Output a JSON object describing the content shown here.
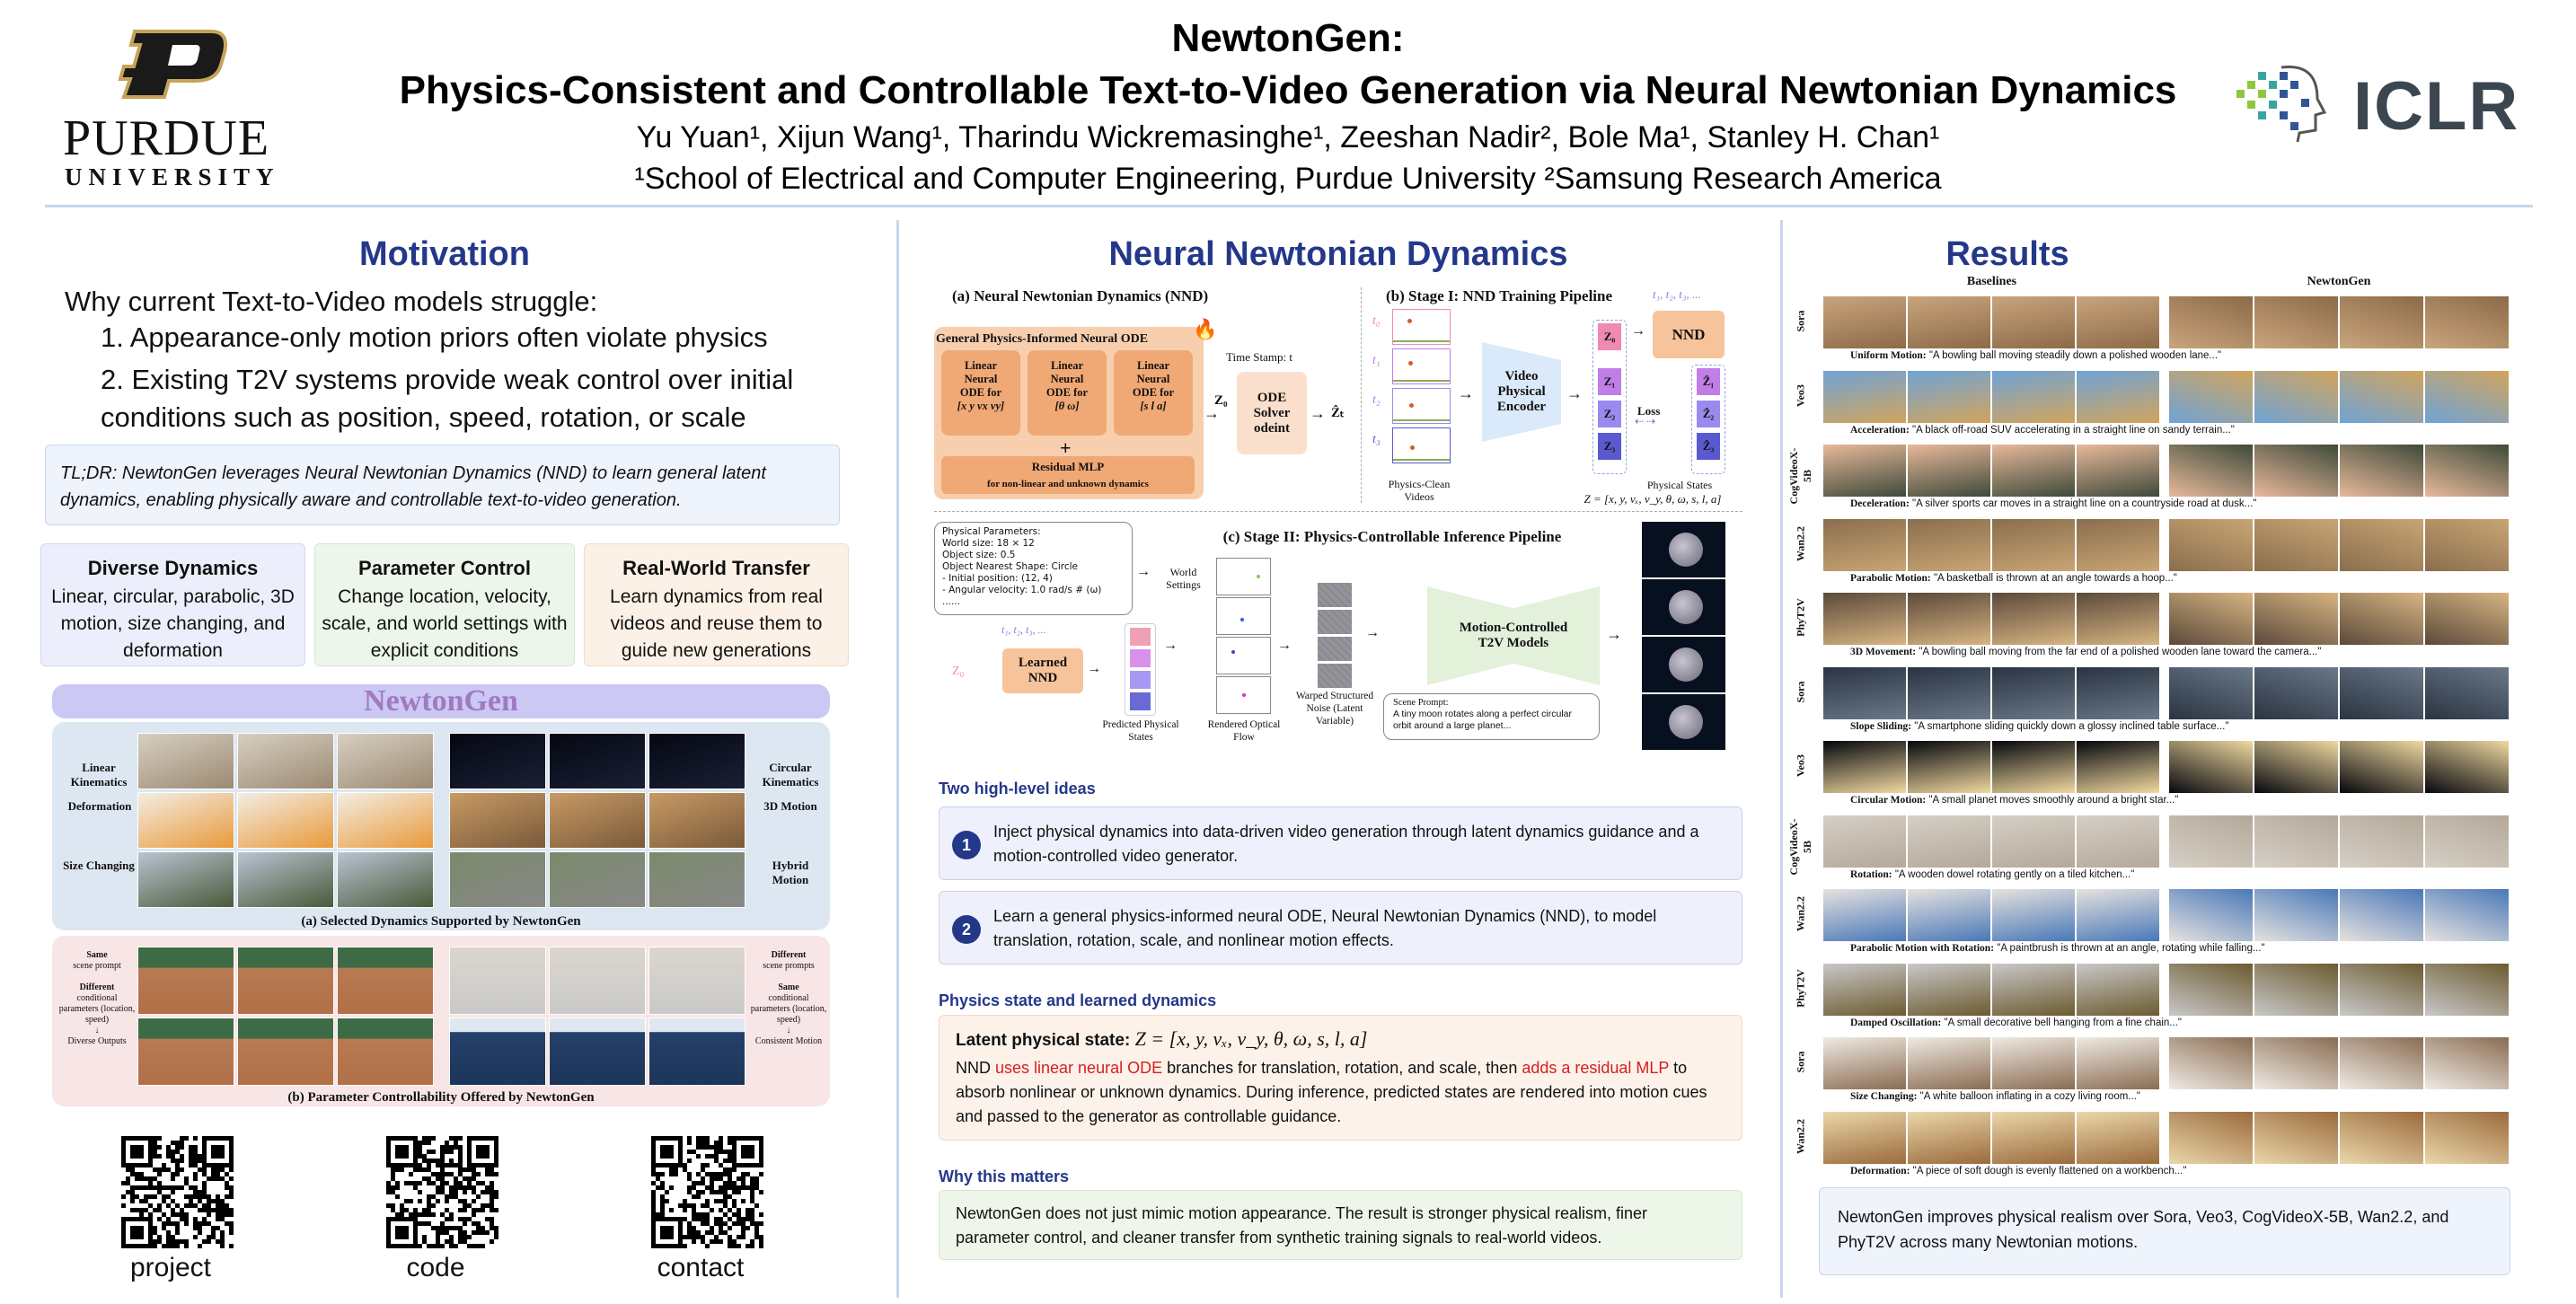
{
  "header": {
    "title_line1": "NewtonGen:",
    "title_line2": "Physics-Consistent and Controllable Text-to-Video Generation via Neural Newtonian Dynamics",
    "authors": "Yu Yuan¹, Xijun Wang¹, Tharindu Wickremasinghe¹, Zeeshan Nadir², Bole Ma¹, Stanley H. Chan¹",
    "affiliations": "¹School of Electrical and Computer Engineering, Purdue University ²Samsung Research America",
    "left_logo": {
      "name": "PURDUE",
      "sub": "UNIVERSITY"
    },
    "right_logo": "ICLR"
  },
  "motivation": {
    "title": "Motivation",
    "intro": "Why current Text-to-Video models struggle:",
    "points": [
      "1. Appearance-only motion priors often violate physics",
      "2. Existing T2V systems provide weak control over initial conditions such as position, speed, rotation, or scale"
    ],
    "tldr": "TL;DR: NewtonGen leverages Neural Newtonian Dynamics (NND) to learn general latent dynamics, enabling physically aware and controllable text-to-video generation.",
    "cards": [
      {
        "title": "Diverse Dynamics",
        "text": "Linear, circular, parabolic, 3D motion, size changing, and deformation"
      },
      {
        "title": "Parameter Control",
        "text": "Change location, velocity, scale, and world settings with explicit conditions"
      },
      {
        "title": "Real-World Transfer",
        "text": "Learn dynamics from real videos and reuse them to guide new generations"
      }
    ],
    "figure": {
      "banner": "NewtonGen",
      "left_labels": [
        "Linear Kinematics",
        "Deformation",
        "Size Changing"
      ],
      "right_labels": [
        "Circular Kinematics",
        "3D Motion",
        "Hybrid Motion"
      ],
      "caption_a": "(a) Selected Dynamics Supported by NewtonGen",
      "b_left": {
        "l1": "Same",
        "l2": "scene prompt",
        "l3": "Different",
        "l4": "conditional parameters (location, speed)",
        "l5": "Diverse Outputs"
      },
      "b_right": {
        "l1": "Different",
        "l2": "scene prompts",
        "l3": "Same",
        "l4": "conditional parameters (location, speed)",
        "l5": "Consistent Motion"
      },
      "caption_b": "(b) Parameter Controllability Offered by NewtonGen"
    },
    "qr_labels": [
      "project",
      "code",
      "contact"
    ]
  },
  "nnd": {
    "title": "Neural Newtonian Dynamics",
    "diagram": {
      "a_title": "(a) Neural Newtonian Dynamics (NND)",
      "ode_header": "General Physics-Informed Neural ODE",
      "branches": [
        {
          "t": "Linear Neural ODE for",
          "v": "[x y vx vy]"
        },
        {
          "t": "Linear Neural ODE for",
          "v": "[θ ω]"
        },
        {
          "t": "Linear Neural ODE for",
          "v": "[s l a]"
        }
      ],
      "plus": "+",
      "mlp": "Residual MLP",
      "mlp_sub": "for non-linear and unknown dynamics",
      "timestamp": "Time Stamp: t",
      "z0": "Z₀",
      "solver": "ODE Solver odeint",
      "zt": "Ẑₜ",
      "b_title": "(b) Stage I: NND Training Pipeline",
      "times": [
        "t₀",
        "t₁",
        "t₂",
        "t₃"
      ],
      "tseq": "t₁, t₂, t₃, ...",
      "videos_label": "Physics-Clean Videos",
      "encoder": "Video Physical Encoder",
      "z_states": [
        "Z₀",
        "Z₁",
        "Z₂",
        "Z₃"
      ],
      "zhat_states": [
        "Ẑ₁",
        "Ẑ₂",
        "Ẑ₃"
      ],
      "nnd_box": "NND",
      "loss": "Loss",
      "states_label": "Physical States",
      "z_def": "Z = [x, y, vₓ, v_y, θ, ω, s, l, a]",
      "c_title": "(c) Stage II: Physics-Controllable Inference Pipeline",
      "params": [
        "Physical Parameters:",
        "World size: 18 × 12",
        "Object size: 0.5",
        "Object Nearest Shape: Circle",
        "- Initial position: (12, 4)",
        "- Angular velocity: 1.0 rad/s # (ω)",
        "......"
      ],
      "world_settings": "World Settings",
      "learned_nnd": "Learned NND",
      "pred_label": "Predicted Physical States",
      "flow_label": "Rendered Optical Flow",
      "noise_label": "Warped Structured Noise (Latent Variable)",
      "mc_model": "Motion-Controlled T2V Models",
      "scene_prompt_title": "Scene Prompt:",
      "scene_prompt": "A tiny moon rotates along a perfect circular orbit around a large planet..."
    },
    "ideas_title": "Two high-level ideas",
    "ideas": [
      {
        "num": "1",
        "text": "Inject physical dynamics into data-driven video generation through latent dynamics guidance and a motion-controlled video generator."
      },
      {
        "num": "2",
        "text": "Learn a general physics-informed neural ODE, Neural Newtonian Dynamics (NND), to model translation, rotation, scale, and nonlinear motion effects."
      }
    ],
    "state_title": "Physics state and learned dynamics",
    "state_label": "Latent physical state:",
    "state_formula": "Z = [x, y, vₓ, v_y, θ, ω, s, l, a]",
    "state_text": {
      "p1": "NND ",
      "r1": "uses linear neural ODE",
      "p2": " branches for translation, rotation, and scale, then ",
      "r2": "adds a residual MLP",
      "p3": " to absorb nonlinear or unknown dynamics. During inference, predicted states are rendered into motion cues and passed to the generator as controllable guidance."
    },
    "why_title": "Why this matters",
    "why_text": "NewtonGen does not just mimic motion appearance. The result is stronger physical realism, finer parameter control, and cleaner transfer from synthetic training signals to real-world videos."
  },
  "results": {
    "title": "Results",
    "col_baselines": "Baselines",
    "col_newtongen": "NewtonGen",
    "rows": [
      {
        "model": "Sora",
        "label": "Uniform Motion:",
        "prompt": "\"A bowling ball moving steadily down a polished wooden lane...\"",
        "c1": "#c9a57d",
        "c2": "#8d6a48"
      },
      {
        "model": "Veo3",
        "label": "Acceleration:",
        "prompt": "\"A black off-road SUV accelerating in a straight line on sandy terrain...\"",
        "c1": "#6fa3d6",
        "c2": "#d2a45c"
      },
      {
        "model": "CogVideoX-5B",
        "label": "Deceleration:",
        "prompt": "\"A silver sports car moves in a straight line on a countryside road at dusk...\"",
        "c1": "#e8b99a",
        "c2": "#3e4a3a"
      },
      {
        "model": "Wan2.2",
        "label": "Parabolic Motion:",
        "prompt": "\"A basketball is thrown at an angle towards a hoop...\"",
        "c1": "#8a6e4e",
        "c2": "#c9a574"
      },
      {
        "model": "PhyT2V",
        "label": "3D Movement:",
        "prompt": "\"A bowling ball moving from the far end of a polished wooden lane toward the camera...\"",
        "c1": "#5b4a3a",
        "c2": "#d8b482"
      },
      {
        "model": "Sora",
        "label": "Slope Sliding:",
        "prompt": "\"A smartphone sliding quickly down a glossy inclined table surface...\"",
        "c1": "#2a3442",
        "c2": "#6a7888"
      },
      {
        "model": "Veo3",
        "label": "Circular Motion:",
        "prompt": "\"A small planet moves smoothly around a bright star...\"",
        "c1": "#05070d",
        "c2": "#f1d9a0"
      },
      {
        "model": "CogVideoX-5B",
        "label": "Rotation:",
        "prompt": "\"A wooden dowel rotating gently on a tiled kitchen...\"",
        "c1": "#d6cfc5",
        "c2": "#b4a99a"
      },
      {
        "model": "Wan2.2",
        "label": "Parabolic Motion with Rotation:",
        "prompt": "\"A paintbrush is thrown at an angle, rotating while falling...\"",
        "c1": "#e5e2de",
        "c2": "#4a78b8"
      },
      {
        "model": "PhyT2V",
        "label": "Damped Oscillation:",
        "prompt": "\"A small decorative bell hanging from a fine chain...\"",
        "c1": "#c8c8c8",
        "c2": "#6d5b30"
      },
      {
        "model": "Sora",
        "label": "Size Changing:",
        "prompt": "\"A white balloon inflating in a cozy living room...\"",
        "c1": "#efeae3",
        "c2": "#8a6c52"
      },
      {
        "model": "Wan2.2",
        "label": "Deformation:",
        "prompt": "\"A piece of soft dough is evenly flattened on a workbench...\"",
        "c1": "#ead7aa",
        "c2": "#9b6a3c"
      }
    ],
    "summary": "NewtonGen improves physical realism over Sora, Veo3, CogVideoX-5B, Wan2.2, and PhyT2V across many Newtonian motions."
  }
}
